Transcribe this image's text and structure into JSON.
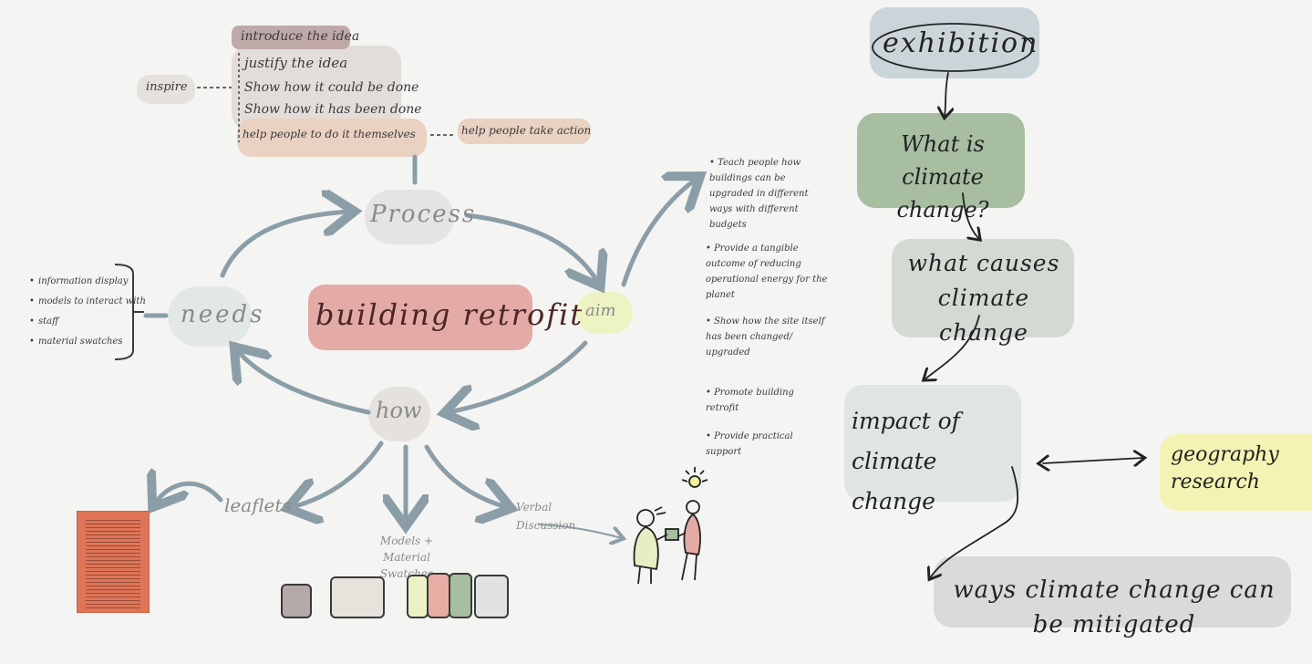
{
  "process_list": {
    "items": [
      "introduce the idea",
      "justify the idea",
      "Show how it could be done",
      "Show how it has been done",
      "help people to do it themselves"
    ]
  },
  "inspire_label": "inspire",
  "help_action_label": "help people take action",
  "center_label": "building retrofit",
  "cycle": {
    "process": "Process",
    "aim": "aim",
    "how": "how",
    "needs": "needs"
  },
  "needs_list": [
    "information display",
    "models to interact with",
    "staff",
    "material swatches"
  ],
  "aim_list": [
    "Teach people how buildings can be upgraded in different ways with different budgets",
    "Provide a tangible outcome of reducing operational energy for the planet",
    "Show how the site itself has been changed/ upgraded",
    "Promote building retrofit",
    "Provide practical support"
  ],
  "how_outputs": {
    "leaflets": "leaflets",
    "models": "Models + Material Swatches",
    "verbal": "Verbal Discussion"
  },
  "flow": {
    "exhibition": "exhibition",
    "what_is": "What is climate change?",
    "what_causes": "what causes climate change",
    "impact": "impact of climate change",
    "geography": "geography research",
    "ways": "ways climate change can be mitigated"
  },
  "colors": {
    "background": "#f4f4f3",
    "center": "#e3aaa6",
    "process_highlight": "#bfa9a8",
    "process_box": "#e2ddd9",
    "action": "#ead2c3",
    "aim": "#eef3c4",
    "exhibition": "#cbd4d9",
    "what_is": "#a7bea1",
    "what_causes": "#d3dad4",
    "impact": "#dfe5e3",
    "geography": "#f3f3b3",
    "ways": "#d8dadb",
    "leaflet": "#e07457",
    "arrow": "#8b9ea8"
  }
}
